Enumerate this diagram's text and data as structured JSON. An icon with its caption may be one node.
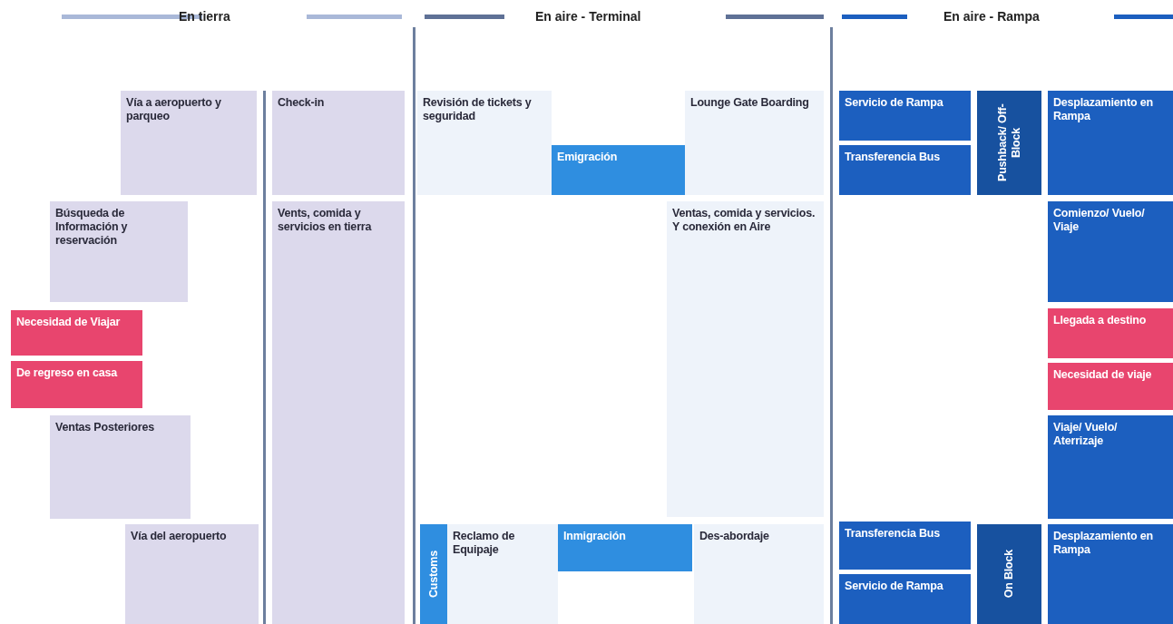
{
  "diagram": {
    "nodes": [
      {
        "text": [
          "Vía a aeropuerto y parqueo"
        ]
      },
      {
        "text": [
          "Check-in"
        ]
      },
      {
        "text": [
          "Búsqueda de Información y reservación"
        ]
      },
      {
        "text": [
          "Vents, comida y servicios en tierra"
        ]
      },
      {
        "text": [
          "Necesidad de Viajar"
        ]
      },
      {
        "text": [
          "De regreso en casa"
        ]
      },
      {
        "text": [
          "Ventas Posteriores"
        ]
      },
      {
        "text": [
          "Vía del aeropuerto"
        ]
      },
      {
        "text": [
          "Revisión de tickets y seguridad"
        ]
      },
      {
        "text": [
          "Emigración"
        ]
      },
      {
        "text": [
          "Lounge Gate Boarding"
        ]
      },
      {
        "text": [
          "Ventas, comida y servicios. Y conexión en Aire"
        ]
      },
      {
        "text": [
          "Customs"
        ]
      },
      {
        "text": [
          "Reclamo de Equipaje"
        ]
      },
      {
        "text": [
          "Inmigración"
        ]
      },
      {
        "text": [
          "Des-abordaje"
        ]
      },
      {
        "text": [
          "Servicio de Rampa"
        ]
      },
      {
        "text": [
          "Transferencia Bus"
        ]
      },
      {
        "text": [
          "Pushback/ Off-Block"
        ]
      },
      {
        "text": [
          "Desplazamiento en Rampa"
        ]
      },
      {
        "text": [
          "Comienzo/ Vuelo/ Viaje"
        ]
      },
      {
        "text": [
          "Llegada a destino"
        ]
      },
      {
        "text": [
          "Necesidad de viaje"
        ]
      },
      {
        "text": [
          "Viaje/ Vuelo/ Aterrizaje"
        ]
      },
      {
        "text": [
          "Transferencia Bus"
        ]
      },
      {
        "text": [
          "Servicio de Rampa"
        ]
      },
      {
        "text": [
          "On Block"
        ]
      },
      {
        "text": [
          "Desplazamiento en Rampa"
        ]
      }
    ],
    "labels": [
      "En tierra",
      "En aire - Terminal",
      "En aire - Rampa"
    ]
  }
}
